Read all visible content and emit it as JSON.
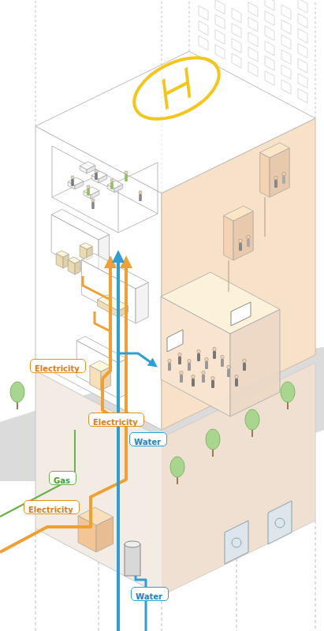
{
  "diagram": {
    "nodes": [
      {
        "text": [
          "Electricity"
        ]
      },
      {
        "text": [
          "Electricity"
        ]
      },
      {
        "text": [
          "Water"
        ]
      },
      {
        "text": [
          "Gas"
        ]
      },
      {
        "text": [
          "Electricity"
        ]
      },
      {
        "text": [
          "Water"
        ]
      }
    ]
  }
}
